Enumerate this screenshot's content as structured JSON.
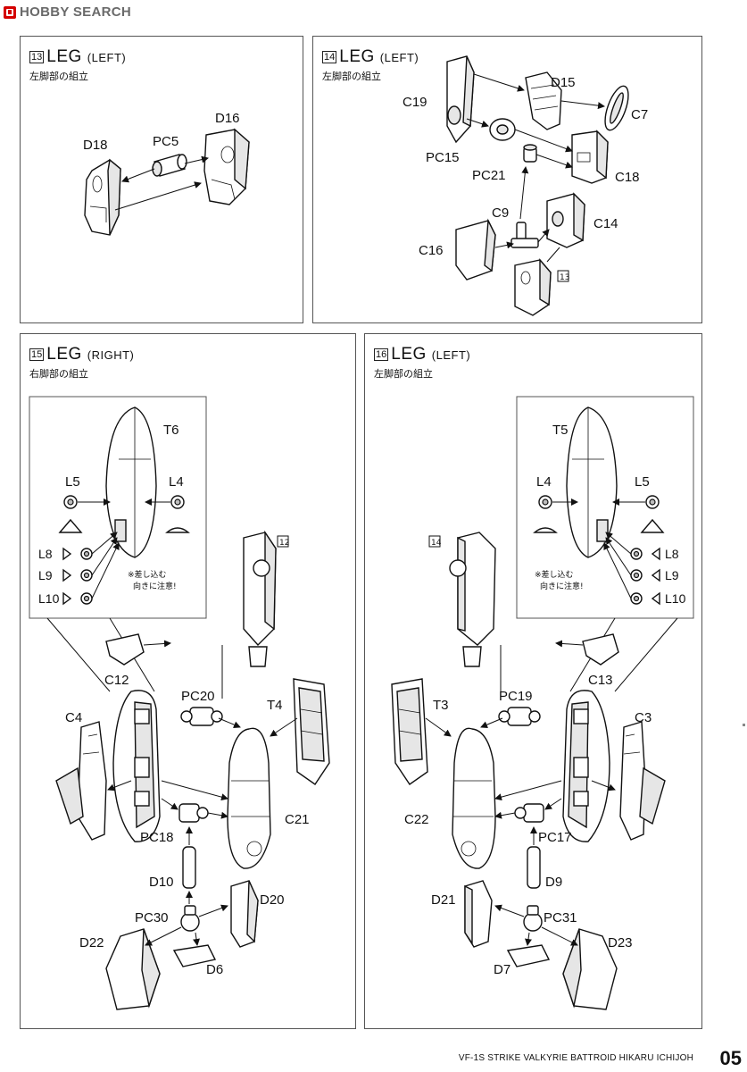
{
  "header": {
    "logo_text": "HOBBY SEARCH"
  },
  "steps": [
    {
      "num": "13",
      "title": "LEG",
      "side": "(LEFT)",
      "subtitle": "左脚部の組立",
      "parts": [
        "D18",
        "PC5",
        "D16"
      ]
    },
    {
      "num": "14",
      "title": "LEG",
      "side": "(LEFT)",
      "subtitle": "左脚部の組立",
      "parts": [
        "D15",
        "C19",
        "C7",
        "PC15",
        "PC21",
        "C18",
        "C9",
        "C14",
        "C16"
      ],
      "ref": "13"
    },
    {
      "num": "15",
      "title": "LEG",
      "side": "(RIGHT)",
      "subtitle": "右脚部の組立",
      "parts": [
        "T6",
        "L5",
        "L4",
        "L8",
        "L9",
        "L10",
        "C12",
        "PC20",
        "T4",
        "C4",
        "C21",
        "PC18",
        "D10",
        "PC30",
        "D20",
        "D22",
        "D6"
      ],
      "ref": "12",
      "note_line1": "※差し込む",
      "note_line2": "向きに注意!"
    },
    {
      "num": "16",
      "title": "LEG",
      "side": "(LEFT)",
      "subtitle": "左脚部の組立",
      "parts": [
        "T5",
        "L4",
        "L5",
        "L8",
        "L9",
        "L10",
        "C13",
        "PC19",
        "T3",
        "C3",
        "C22",
        "PC17",
        "D9",
        "D21",
        "PC31",
        "D23",
        "D7"
      ],
      "ref": "14",
      "note_line1": "※差し込む",
      "note_line2": "向きに注意!"
    }
  ],
  "footer": {
    "caption": "VF-1S STRIKE VALKYRIE BATTROID HIKARU ICHIJOH",
    "page": "05"
  },
  "colors": {
    "logo_red": "#d40000",
    "line": "#111111"
  }
}
